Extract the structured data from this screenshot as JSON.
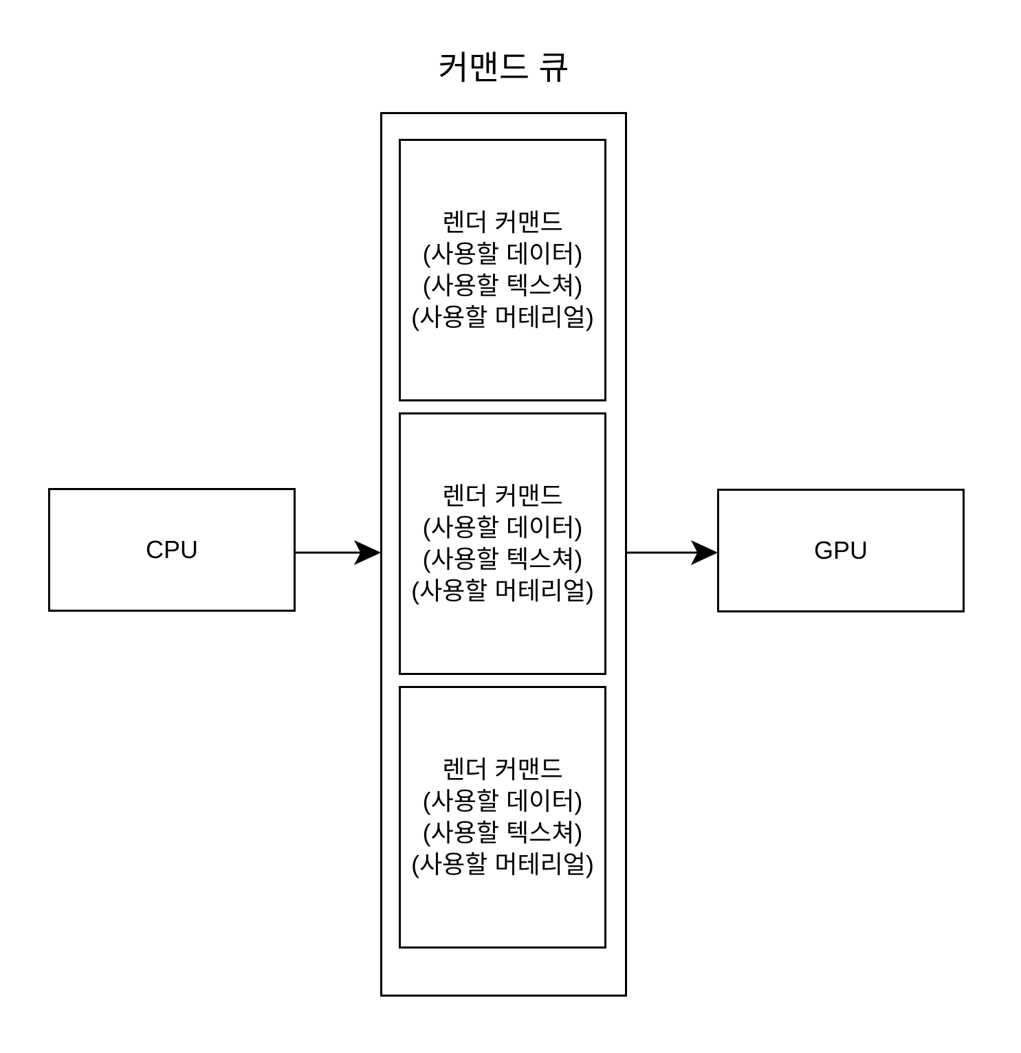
{
  "diagram": {
    "title": "커맨드 큐",
    "cpu": {
      "label": "CPU"
    },
    "gpu": {
      "label": "GPU"
    },
    "queue": {
      "commands": [
        {
          "lines": [
            "렌더 커맨드",
            "(사용할 데이터)",
            "(사용할 텍스쳐)",
            "(사용할 머테리얼)"
          ]
        },
        {
          "lines": [
            "렌더 커맨드",
            "(사용할 데이터)",
            "(사용할 텍스쳐)",
            "(사용할 머테리얼)"
          ]
        },
        {
          "lines": [
            "렌더 커맨드",
            "(사용할 데이터)",
            "(사용할 텍스쳐)",
            "(사용할 머테리얼)"
          ]
        }
      ]
    },
    "arrows": [
      {
        "name": "cpu-to-queue"
      },
      {
        "name": "queue-to-gpu"
      }
    ],
    "colors": {
      "stroke": "#000000",
      "text": "#000000",
      "background": "#ffffff"
    }
  }
}
